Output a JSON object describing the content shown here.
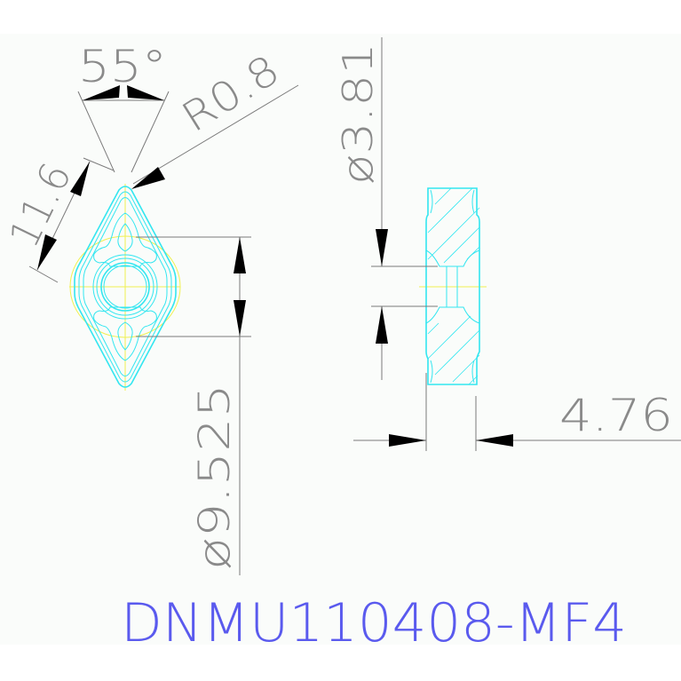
{
  "drawing": {
    "part_number": "DNMU110408-MF4",
    "title_color": "#5a5aee",
    "background_color": "#fafcfa",
    "part_line_color": "#33e6f0",
    "centerline_color": "#f0f050",
    "dimension_color": "#7a7a7a",
    "views": {
      "top_view": {
        "shape": "rhombic insert (D-type, 55°)",
        "dimensions": {
          "angle": "55°",
          "corner_radius": "R0.8",
          "edge_length": "11.6",
          "inscribed_circle": "ø9.525"
        }
      },
      "side_view": {
        "shape": "sectioned insert with center hole",
        "dimensions": {
          "hole_diameter": "ø3.81",
          "thickness": "4.76"
        }
      }
    }
  }
}
